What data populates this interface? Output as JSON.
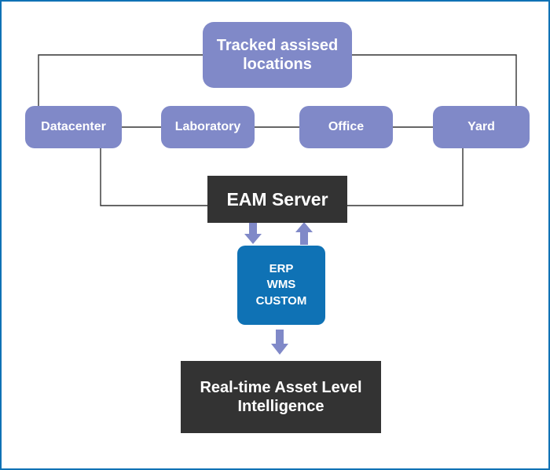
{
  "diagram": {
    "title_box": {
      "label": "Tracked assised locations"
    },
    "locations": [
      {
        "id": "datacenter",
        "label": "Datacenter"
      },
      {
        "id": "laboratory",
        "label": "Laboratory"
      },
      {
        "id": "office",
        "label": "Office"
      },
      {
        "id": "yard",
        "label": "Yard"
      }
    ],
    "server_box": {
      "label": "EAM Server"
    },
    "systems_box": {
      "lines": [
        "ERP",
        "WMS",
        "CUSTOM"
      ]
    },
    "outcome_box": {
      "label": "Real-time Asset Level Intelligence"
    },
    "colors": {
      "periwinkle": "#8089c8",
      "blue": "#0f72b5",
      "dark": "#333333",
      "connector": "#333333",
      "frame": "#0f72b5",
      "arrow": "#8089c8",
      "text_on_fill": "#ffffff",
      "background": "#ffffff"
    }
  }
}
